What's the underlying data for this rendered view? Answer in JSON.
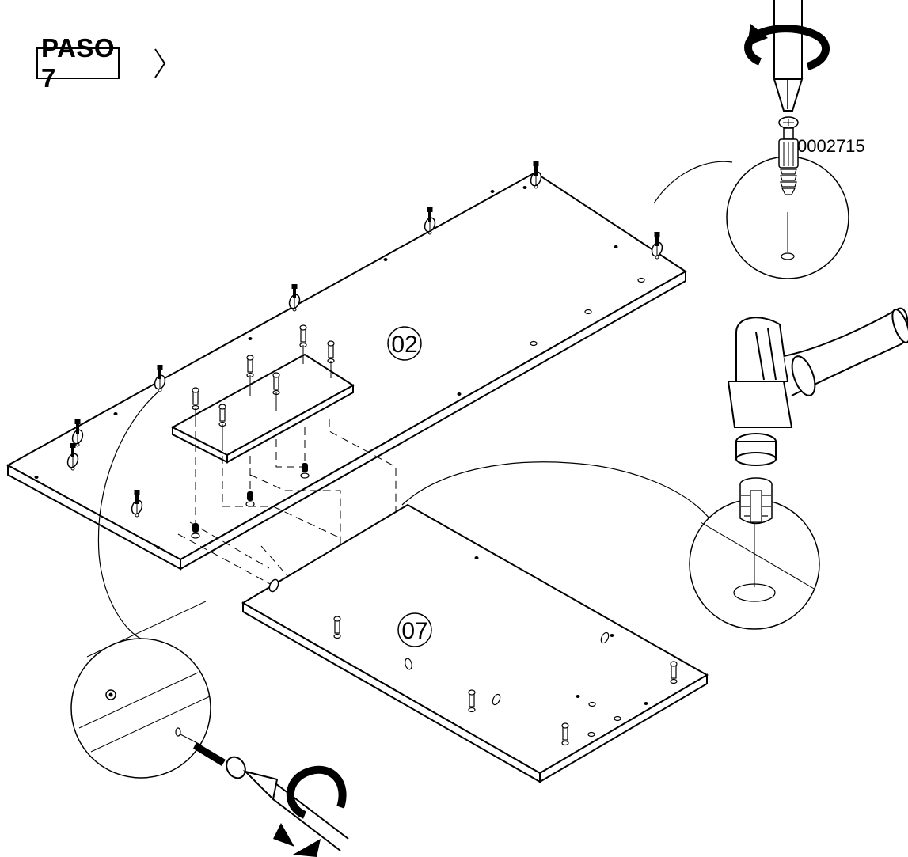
{
  "step": {
    "label": "PASO 7"
  },
  "parts": {
    "panel_a": "02",
    "panel_b": "07"
  },
  "hardware": {
    "cam_bolt_code": "0002715"
  },
  "icons": [
    "screwdriver-icon",
    "rotate-arrow-icon",
    "hammer-icon",
    "cam-bolt-icon",
    "dowel-icon",
    "cam-lock-icon"
  ]
}
